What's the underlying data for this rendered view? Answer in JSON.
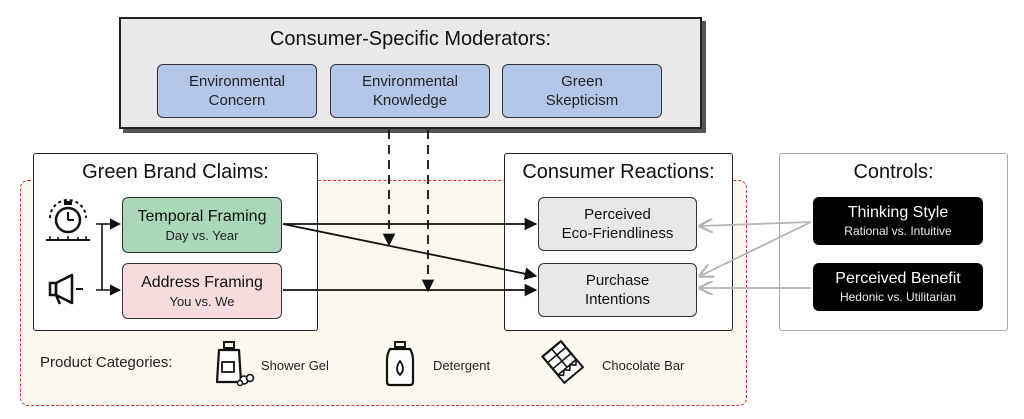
{
  "moderators": {
    "title": "Consumer-Specific Moderators:",
    "items": [
      {
        "line1": "Environmental",
        "line2": "Concern"
      },
      {
        "line1": "Environmental",
        "line2": "Knowledge"
      },
      {
        "line1": "Green",
        "line2": "Skepticism"
      }
    ]
  },
  "claims": {
    "title": "Green Brand Claims:",
    "temporal": {
      "label": "Temporal Framing",
      "sub": "Day vs. Year",
      "color": "#a9d8b8"
    },
    "address": {
      "label": "Address Framing",
      "sub": "You vs. We",
      "color": "#f6dcdc"
    },
    "icons": [
      "stopwatch-icon",
      "megaphone-icon"
    ]
  },
  "reactions": {
    "title": "Consumer Reactions:",
    "items": [
      {
        "line1": "Perceived",
        "line2": "Eco-Friendliness"
      },
      {
        "line1": "Purchase",
        "line2": "Intentions"
      }
    ]
  },
  "controls": {
    "title": "Controls:",
    "items": [
      {
        "label": "Thinking Style",
        "sub": "Rational vs. Intuitive"
      },
      {
        "label": "Perceived Benefit",
        "sub": "Hedonic vs. Utilitarian"
      }
    ]
  },
  "products": {
    "title": "Product Categories:",
    "items": [
      {
        "label": "Shower Gel",
        "icon": "shower-gel-icon"
      },
      {
        "label": "Detergent",
        "icon": "detergent-icon"
      },
      {
        "label": "Chocolate Bar",
        "icon": "chocolate-bar-icon"
      }
    ]
  },
  "colors": {
    "moderator_fill": "#b4c6e7",
    "reaction_fill": "#e8e8e8",
    "region_border": "#d43030",
    "region_fill": "#fdf8ef"
  }
}
